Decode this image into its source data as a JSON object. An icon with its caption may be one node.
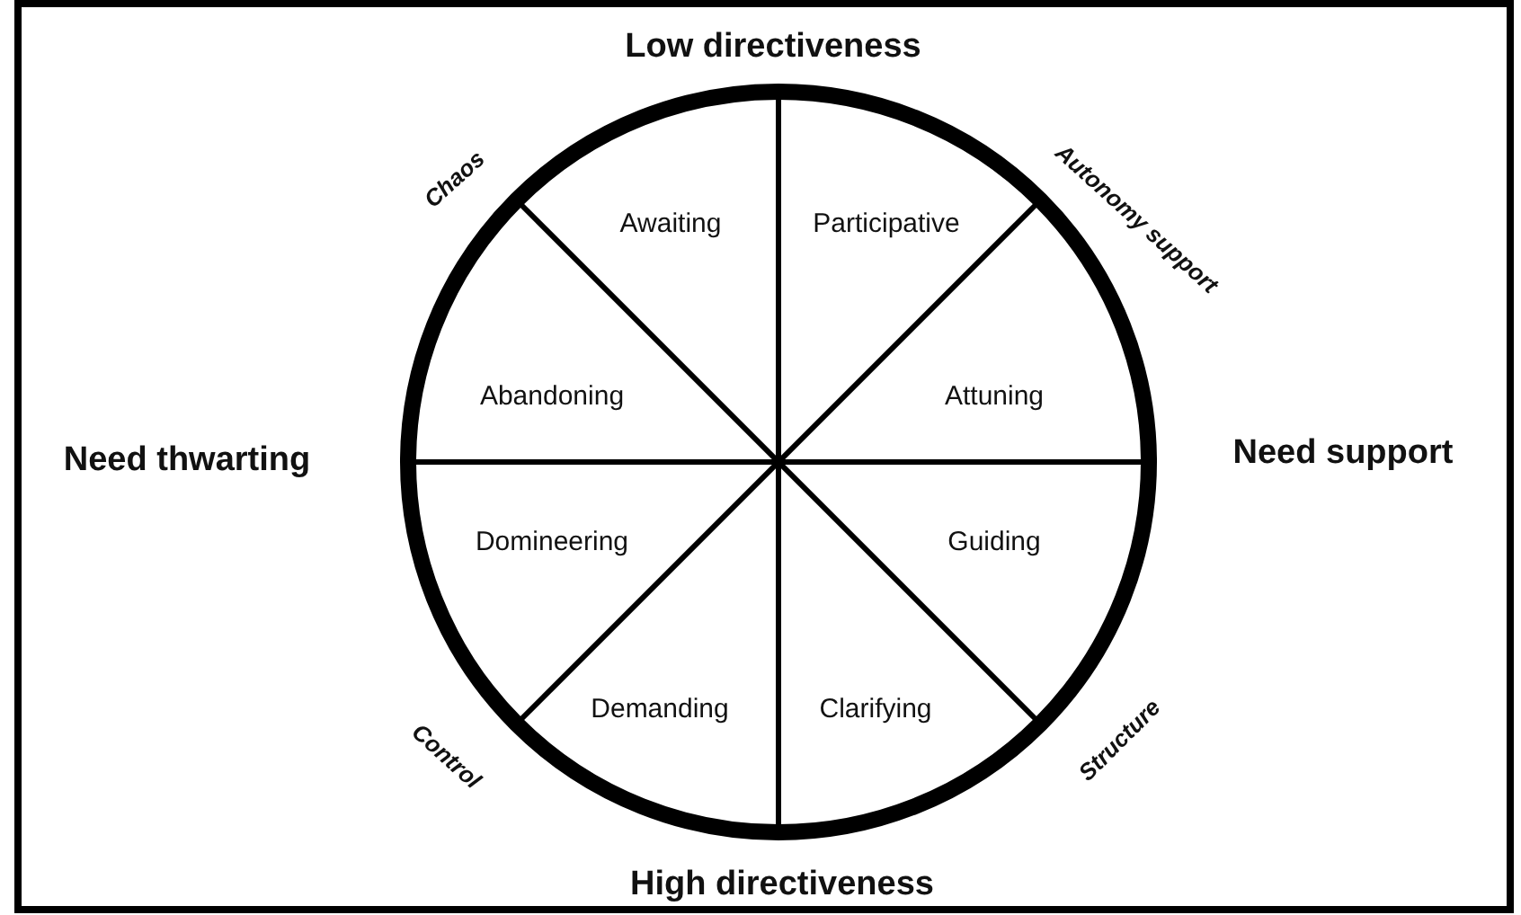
{
  "diagram": {
    "labels": [
      "Low directiveness",
      "Chaos",
      "Awaiting",
      "Participative",
      "Autonomy support",
      "Abandoning",
      "Attuning",
      "Need thwarting",
      "Need support",
      "Domineering",
      "Guiding",
      "Control",
      "Demanding",
      "Clarifying",
      "Structure",
      "High directiveness"
    ]
  }
}
